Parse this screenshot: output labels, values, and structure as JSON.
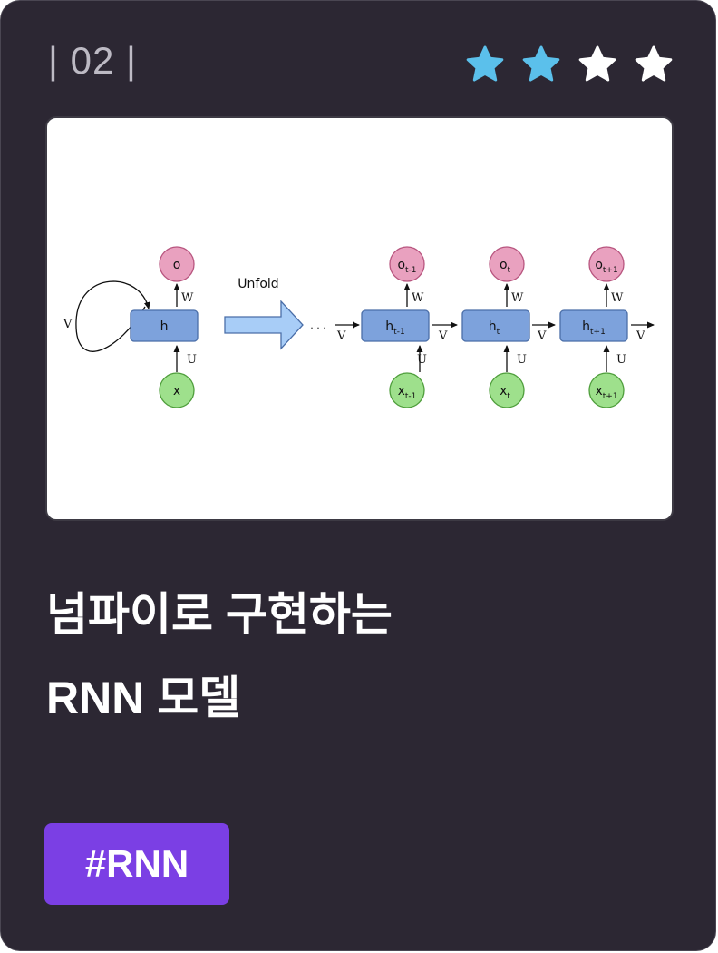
{
  "card": {
    "number": "| 02 |",
    "difficulty": {
      "filled": 2,
      "total": 4,
      "filled_color": "#5bc0eb",
      "empty_color": "#ffffff"
    },
    "title_line1": "넘파이로 구현하는",
    "title_line2": "RNN 모델",
    "tag": "#RNN",
    "accent_color": "#7b3fe4"
  },
  "diagram": {
    "unfold_label": "Unfold",
    "ellipsis": "· · ·",
    "rolled": {
      "output": "o",
      "hidden": "h",
      "input": "x",
      "recurrent_weight": "V",
      "output_weight": "W",
      "input_weight": "U"
    },
    "unrolled": [
      {
        "output_base": "o",
        "hidden_base": "h",
        "input_base": "x",
        "subscript": "t-1",
        "weight_w": "W",
        "weight_u": "U",
        "weight_v": "V"
      },
      {
        "output_base": "o",
        "hidden_base": "h",
        "input_base": "x",
        "subscript": "t",
        "weight_w": "W",
        "weight_u": "U",
        "weight_v": "V"
      },
      {
        "output_base": "o",
        "hidden_base": "h",
        "input_base": "x",
        "subscript": "t+1",
        "weight_w": "W",
        "weight_u": "U",
        "weight_v": "V"
      }
    ],
    "incoming_weight": "V",
    "colors": {
      "hidden": "#7da2dc",
      "output": "#e9a1bf",
      "input": "#9ee08c",
      "arrow": "#a8cdf7"
    }
  }
}
